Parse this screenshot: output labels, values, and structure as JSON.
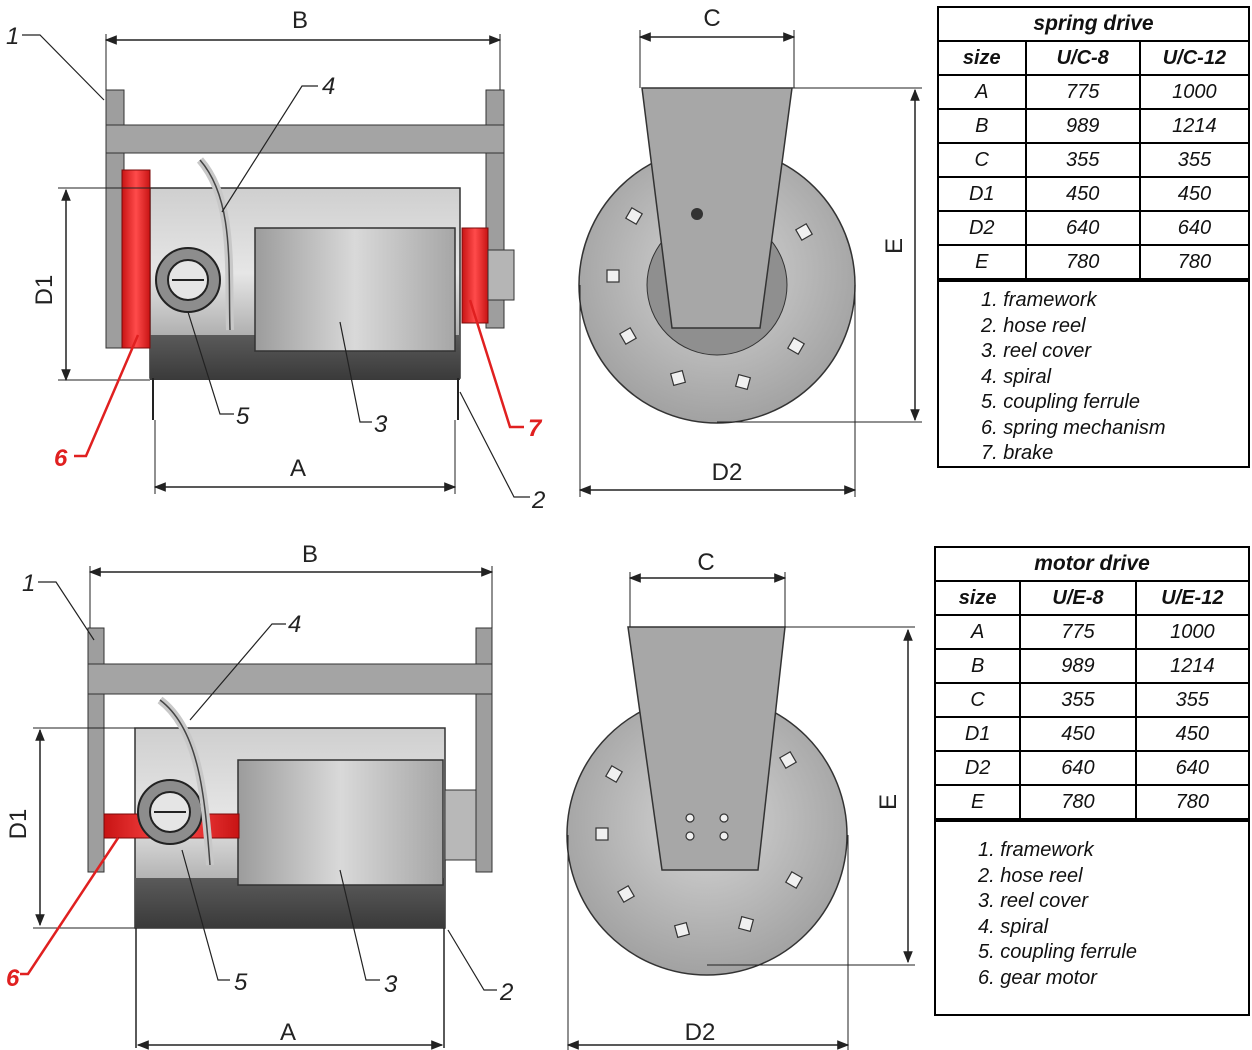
{
  "spring_drive": {
    "title": "spring drive",
    "headers": [
      "size",
      "U/C-8",
      "U/C-12"
    ],
    "rows": [
      [
        "A",
        "775",
        "1000"
      ],
      [
        "B",
        "989",
        "1214"
      ],
      [
        "C",
        "355",
        "355"
      ],
      [
        "D1",
        "450",
        "450"
      ],
      [
        "D2",
        "640",
        "640"
      ],
      [
        "E",
        "780",
        "780"
      ]
    ],
    "legend": [
      "1. framework",
      "2. hose reel",
      "3. reel cover",
      "4. spiral",
      "5. coupling ferrule",
      "6. spring mechanism",
      "7. brake"
    ]
  },
  "motor_drive": {
    "title": "motor drive",
    "headers": [
      "size",
      "U/E-8",
      "U/E-12"
    ],
    "rows": [
      [
        "A",
        "775",
        "1000"
      ],
      [
        "B",
        "989",
        "1214"
      ],
      [
        "C",
        "355",
        "355"
      ],
      [
        "D1",
        "450",
        "450"
      ],
      [
        "D2",
        "640",
        "640"
      ],
      [
        "E",
        "780",
        "780"
      ]
    ],
    "legend": [
      "1. framework",
      "2. hose reel",
      "3. reel cover",
      "4. spiral",
      "5. coupling ferrule",
      "6. gear motor"
    ]
  },
  "dimension_labels": {
    "A": "A",
    "B": "B",
    "C": "C",
    "D1": "D1",
    "D2": "D2",
    "E": "E"
  },
  "callouts": {
    "n1": "1",
    "n2": "2",
    "n3": "3",
    "n4": "4",
    "n5": "5",
    "n6": "6",
    "n7": "7"
  },
  "colors": {
    "highlight": "#e02020",
    "metal": "#a9a9a9"
  }
}
